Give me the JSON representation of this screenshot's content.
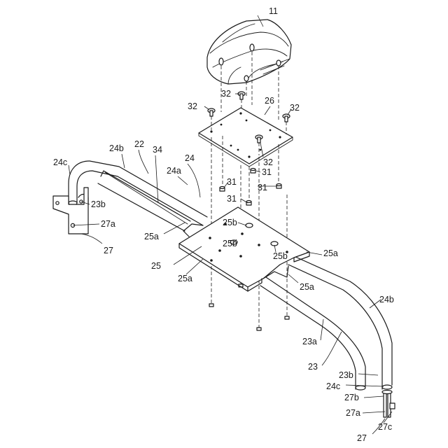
{
  "figure": {
    "labels": {
      "cover": "11",
      "front_pipe_assy": "22",
      "lower_pipe": "23",
      "lower_pipe_mid": "23a",
      "lower_pipe_end_left": "23b",
      "lower_pipe_end_right": "23b",
      "upper_pipe_left": "24",
      "upper_pipe_seg_a": "24a",
      "upper_pipe_bend_left": "24b",
      "upper_pipe_bend_right": "24b",
      "upper_pipe_end_left": "24c",
      "upper_pipe_end_right": "24c",
      "base_plate": "25",
      "base_plate_flange_1": "25a",
      "base_plate_flange_2": "25a",
      "base_plate_flange_3": "25a",
      "base_plate_flange_4": "25a",
      "base_plate_hole_1": "25b",
      "base_plate_hole_2": "25b",
      "base_plate_hole_3": "25b",
      "mount_plate": "26",
      "bracket_left": "27",
      "bracket_right": "27",
      "bracket_plate_left": "27a",
      "bracket_plate_right": "27a",
      "bracket_27b": "27b",
      "bracket_27c": "27c",
      "nut_1": "31",
      "nut_2": "31",
      "nut_3": "31",
      "nut_4": "31",
      "bolt_1": "32",
      "bolt_2": "32",
      "bolt_3": "32",
      "bolt_4": "32",
      "cable_34": "34"
    }
  }
}
